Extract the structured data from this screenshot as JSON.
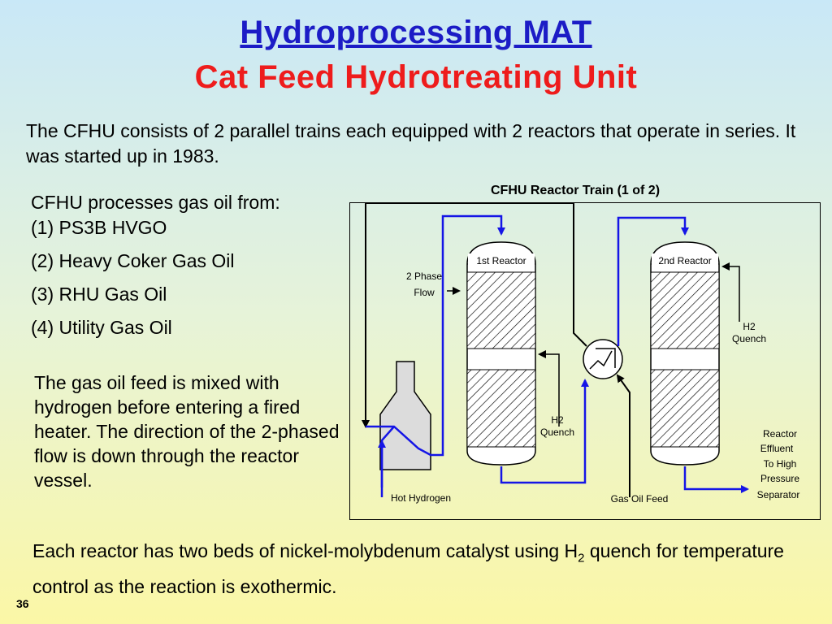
{
  "title": "Hydroprocessing MAT",
  "subtitle": "Cat Feed Hydrotreating Unit",
  "intro": "The CFHU consists of 2 parallel trains each equipped with 2 reactors that operate in series. It was started up in 1983.",
  "sources": {
    "heading": "CFHU processes gas oil from:",
    "items": [
      "(1) PS3B HVGO",
      "(2) Heavy Coker Gas Oil",
      "(3) RHU Gas Oil",
      "(4) Utility Gas Oil"
    ]
  },
  "feed_text": "The gas oil feed is mixed with hydrogen before entering a fired heater.  The direction of the 2-phased flow is down through the reactor vessel.",
  "bottom_text": {
    "before": "Each reactor has two beds of nickel-molybdenum catalyst using H",
    "sub": "2",
    "after": " quench for temperature control as the reaction is exothermic."
  },
  "page_number": "36",
  "diagram": {
    "title": "CFHU Reactor Train (1 of 2)",
    "reactor1_label": "1st Reactor",
    "reactor2_label": "2nd Reactor",
    "two_phase_flow": [
      "2 Phase",
      "Flow"
    ],
    "h2_quench_1": [
      "H2",
      "Quench"
    ],
    "h2_quench_2": [
      "H2",
      "Quench"
    ],
    "hot_hydrogen": "Hot Hydrogen",
    "gas_oil_feed": "Gas Oil Feed",
    "effluent": [
      "Reactor",
      "Effluent",
      "To High",
      "Pressure",
      "Separator"
    ]
  },
  "colors": {
    "title": "#1c1cc6",
    "subtitle": "#ee1c1c",
    "flow_line": "#1515e6",
    "vessel_fill": "#ffffff",
    "heater_fill": "#dcdcdc"
  }
}
